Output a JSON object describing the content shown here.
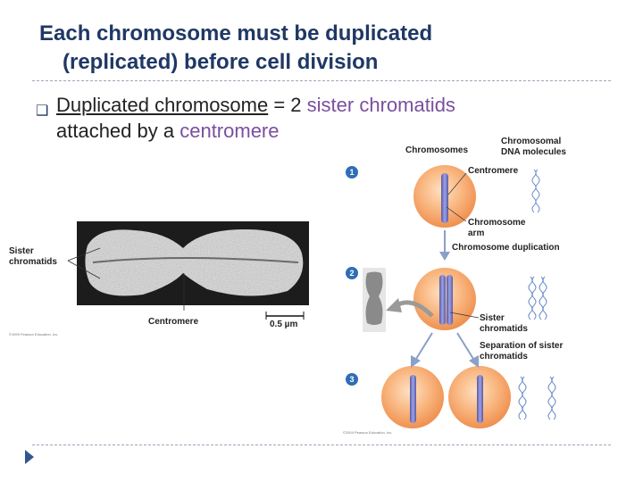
{
  "slide": {
    "title_line1": "Each chromosome must be duplicated",
    "title_line2": "(replicated) before cell division",
    "bullet": {
      "part1": "Duplicated chromosome",
      "part2": " = 2 ",
      "part3": "sister chromatids",
      "part4": "attached by a ",
      "part5": "centromere"
    }
  },
  "micrograph": {
    "label_sister": "Sister",
    "label_chromatids": "chromatids",
    "label_centromere": "Centromere",
    "scale": "0.5 µm",
    "credit": "©1999 Pearson Education, Inc."
  },
  "diagram": {
    "header_chromosomes": "Chromosomes",
    "header_dna_line1": "Chromosomal",
    "header_dna_line2": "DNA molecules",
    "steps": [
      "1",
      "2",
      "3"
    ],
    "label_centromere": "Centromere",
    "label_arm_line1": "Chromosome",
    "label_arm_line2": "arm",
    "label_duplication": "Chromosome duplication",
    "label_sister_line1": "Sister",
    "label_sister_line2": "chromatids",
    "label_separation_line1": "Separation of sister",
    "label_separation_line2": "chromatids",
    "credit": "©2004 Pearson Education, Inc."
  },
  "colors": {
    "title": "#1f3864",
    "accent_purple": "#7a4f9e",
    "cell_orange": "#f6a86a",
    "chromosome_purple": "#7b7fc7",
    "step_blue": "#2f6db5",
    "dna_blue": "#6f8fc8"
  }
}
